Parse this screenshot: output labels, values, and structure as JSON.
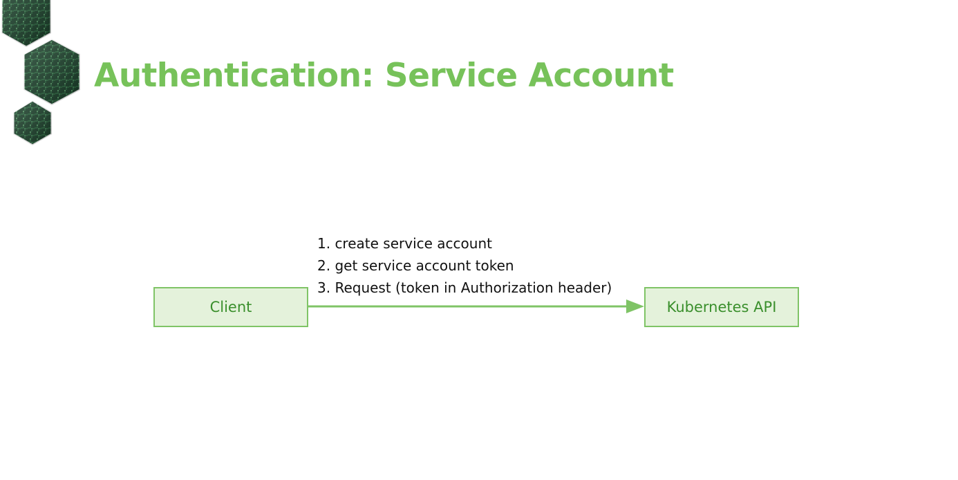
{
  "slide": {
    "title": "Authentication: Service Account",
    "logo_icon": "hexagon-cluster-logo-icon",
    "accent_color": "#77c25a"
  },
  "diagram": {
    "nodes": {
      "client": {
        "label": "Client"
      },
      "api": {
        "label": "Kubernetes API"
      }
    },
    "edge": {
      "from": "client",
      "to": "api",
      "color": "#7fc466",
      "steps": [
        "1. create service account",
        "2. get service account token",
        "3. Request (token in Authorization header)"
      ]
    },
    "node_fill": "#e4f2db",
    "node_border": "#7fc466",
    "node_text_color": "#3a8f2c"
  }
}
